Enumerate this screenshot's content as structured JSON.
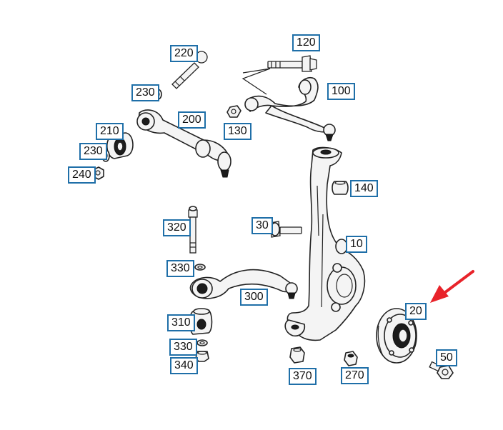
{
  "callouts": {
    "c220": "220",
    "c120": "120",
    "c100": "100",
    "c230a": "230",
    "c200": "200",
    "c130": "130",
    "c210": "210",
    "c230b": "230",
    "c240": "240",
    "c140": "140",
    "c320": "320",
    "c30": "30",
    "c10": "10",
    "c330a": "330",
    "c300": "300",
    "c20": "20",
    "c310": "310",
    "c330b": "330",
    "c340": "340",
    "c50": "50",
    "c370": "370",
    "c270": "270"
  },
  "colors": {
    "callout_border": "#1f6fa8",
    "arrow": "#e8232a",
    "line_art": "#222222"
  }
}
